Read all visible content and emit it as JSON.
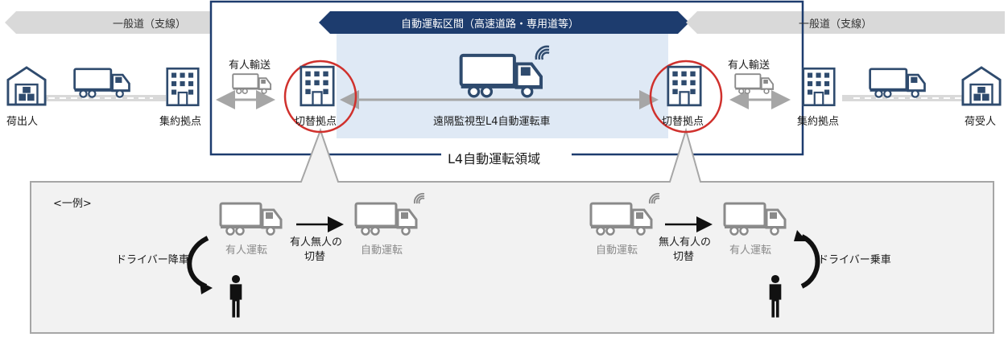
{
  "top": {
    "general_road_left": "一般道（支線）",
    "general_road_right": "一般道（支線）",
    "auto_section": "自動運転区間（高速道路・専用道等）",
    "l4_area": "L4自動運転領域"
  },
  "labels": {
    "shipper": "荷出人",
    "consolidation_left": "集約拠点",
    "manned_left": "有人輸送",
    "switch_left": "切替拠点",
    "remote_truck": "遠隔監視型L4自動運転車",
    "switch_right": "切替拠点",
    "manned_right": "有人輸送",
    "consolidation_right": "集約拠点",
    "receiver": "荷受人"
  },
  "example": {
    "title": "<一例>",
    "left": {
      "manned": "有人運転",
      "switch_line1": "有人無人の",
      "switch_line2": "切替",
      "auto": "自動運転",
      "driver_action": "ドライバー降車"
    },
    "right": {
      "auto": "自動運転",
      "switch_line1": "無人有人の",
      "switch_line2": "切替",
      "manned": "有人運転",
      "driver_action": "ドライバー乗車"
    }
  },
  "colors": {
    "navy": "#1d3c6e",
    "red": "#d0312d",
    "light_blue": "#dfe9f5",
    "gray_panel": "#f2f2f2",
    "gray_road": "#d9d9d9"
  },
  "icons": [
    "warehouse-icon",
    "truck-icon",
    "building-icon",
    "wifi-signal-icon",
    "person-icon",
    "curved-arrow-icon",
    "arrow-right-icon"
  ]
}
